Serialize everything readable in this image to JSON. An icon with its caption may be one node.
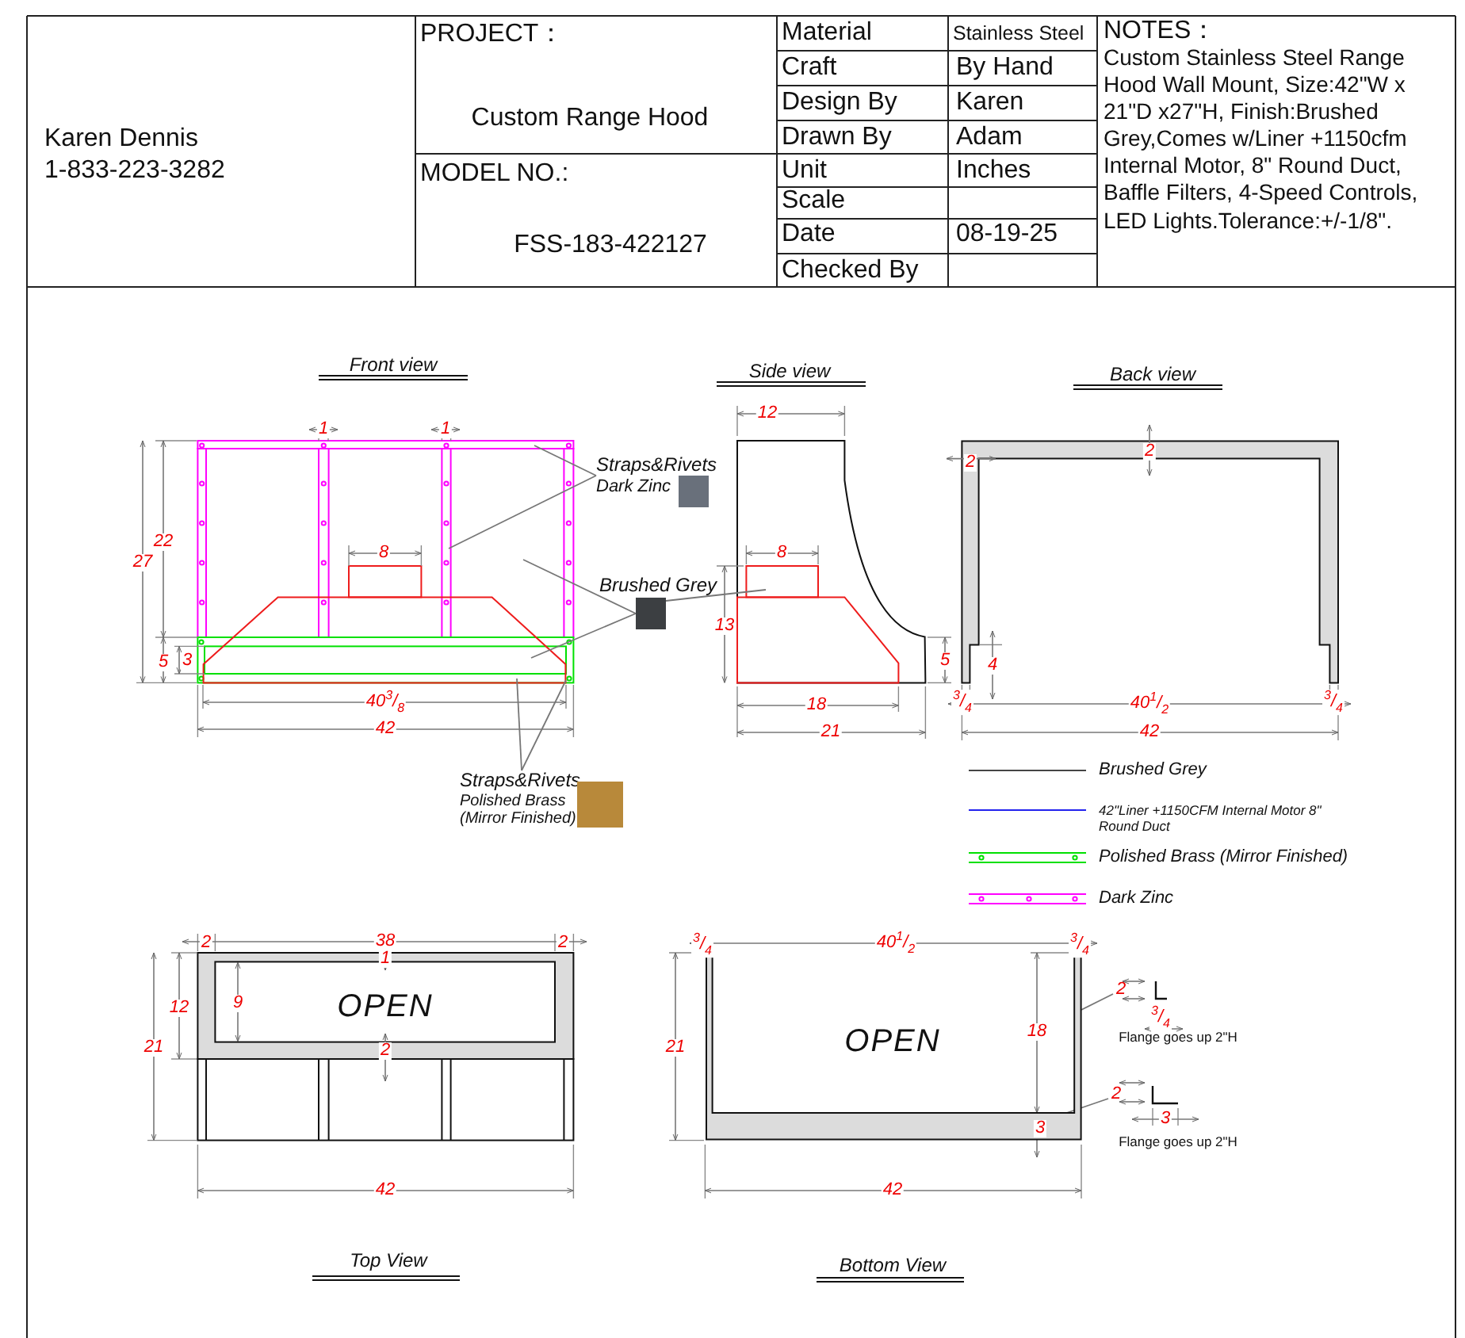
{
  "diagram": {
    "nodes": [
      {
        "text": [
          "Straps&Rivets",
          "Dark Zinc"
        ]
      },
      {
        "text": [
          "Brushed Grey"
        ]
      },
      {
        "text": [
          "Straps&Rivets",
          "Polished Brass (Mirror Finished)"
        ]
      },
      {
        "text": [
          "2"
        ]
      },
      {
        "text": [
          "2"
        ]
      },
      {
        "text": [],
        "shape": "picture"
      }
    ],
    "edges": [
      {
        "from": 0,
        "to": null,
        "arrow": "none"
      },
      {
        "from": 0,
        "to": null,
        "arrow": "none"
      },
      {
        "from": 1,
        "to": null,
        "arrow": "none"
      },
      {
        "from": 1,
        "to": null,
        "arrow": "none"
      },
      {
        "from": 1,
        "to": null,
        "arrow": "none"
      },
      {
        "from": 2,
        "to": null,
        "arrow": "none"
      },
      {
        "from": 2,
        "to": null,
        "arrow": "none"
      },
      {
        "from": 3,
        "to": 5,
        "arrow": "none"
      },
      {
        "from": 4,
        "to": 5,
        "arrow": "none"
      }
    ],
    "labels": [
      "Karen Dennis",
      "1-833-223-3282",
      "PROJECT：",
      "Custom Range Hood",
      "MODEL NO.:",
      "FSS-183-422127",
      "Material",
      "Stainless Steel",
      "Craft",
      "By Hand",
      "Design By",
      "Karen",
      "Drawn By",
      "Adam",
      "Unit",
      "Inches",
      "Scale",
      "Date",
      "08-19-25",
      "Checked By",
      "NOTES：",
      "Custom Stainless Steel Range Hood Wall Mount, Size:42\"W x 21\"D x27\"H, Finish:Brushed Grey,Comes w/Liner +1150cfm Internal Motor, 8\" Round Duct, Baffle Filters, 4-Speed Controls, LED Lights.Tolerance:+/-1/8\".",
      "Front view",
      "1",
      "1",
      "22",
      "27",
      "8",
      "5",
      "3",
      "40$^{3}$/$_{8}$",
      "42",
      "Side view",
      "12",
      "8",
      "13",
      "5",
      "18",
      "21",
      "Back view",
      "2",
      "2",
      "4",
      "$^{3}$/$_{4}$",
      "40$^{1}$/$_{2}$",
      "$^{3}$/$_{4}$",
      "42",
      "2",
      "38",
      "2",
      "1",
      "12",
      "9",
      "OPEN",
      "21",
      "2",
      "42",
      "$^{3}$/$_{4}$",
      "40$^{1}$/$_{2}$",
      "$^{3}$/$_{4}$",
      "OPEN",
      "21",
      "18",
      "$^{3}$/$_{4}$",
      "Flange goes up 2\"H",
      "3",
      "3",
      "Flange goes up 2\"H",
      "42",
      "Top View",
      "Bottom View"
    ],
    "legend": [
      {
        "text": "Brushed Grey"
      },
      {
        "text": "42\"Liner +1150CFM Internal Motor 8\" Round Duct"
      },
      {
        "text": "Polished Brass (Mirror Finished)"
      },
      {
        "text": "Dark Zinc"
      }
    ]
  }
}
